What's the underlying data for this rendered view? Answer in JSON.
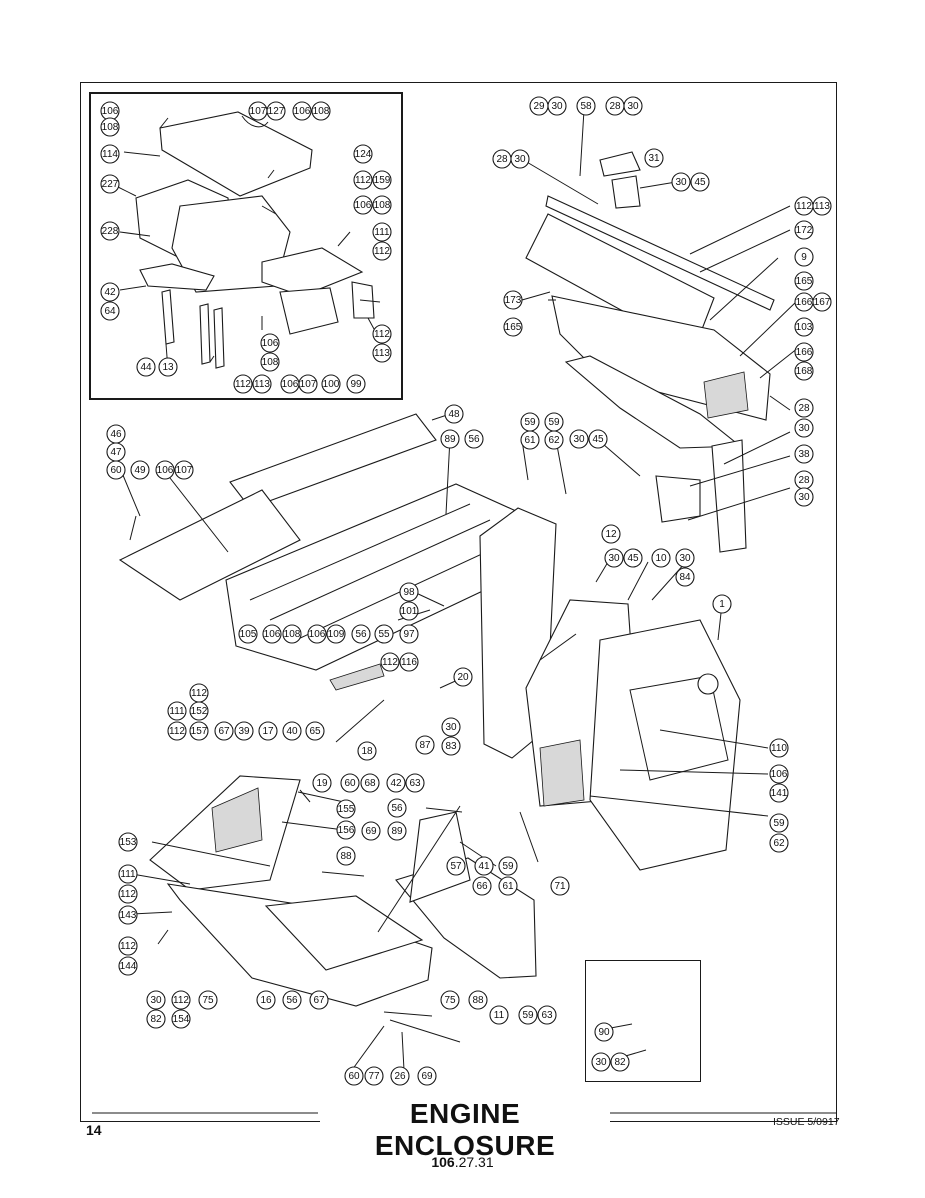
{
  "page": {
    "page_number": "14",
    "title": "ENGINE ENCLOSURE",
    "issue": "ISSUE 5/0917",
    "doc_number_bold": "106",
    "doc_number_rest": ".27.31"
  },
  "callouts": [
    {
      "id": "c1",
      "label": "106"
    },
    {
      "id": "c2",
      "label": "108"
    },
    {
      "id": "c3",
      "label": "107"
    },
    {
      "id": "c4",
      "label": "127"
    },
    {
      "id": "c5",
      "label": "106"
    },
    {
      "id": "c6",
      "label": "108"
    },
    {
      "id": "c7",
      "label": "114"
    },
    {
      "id": "c8",
      "label": "124"
    },
    {
      "id": "c9",
      "label": "227"
    },
    {
      "id": "c10",
      "label": "112"
    },
    {
      "id": "c11",
      "label": "159"
    },
    {
      "id": "c12",
      "label": "228"
    },
    {
      "id": "c13",
      "label": "106"
    },
    {
      "id": "c14",
      "label": "108"
    },
    {
      "id": "c15",
      "label": "111"
    },
    {
      "id": "c16",
      "label": "112"
    },
    {
      "id": "c17",
      "label": "42"
    },
    {
      "id": "c18",
      "label": "64"
    },
    {
      "id": "c19",
      "label": "112"
    },
    {
      "id": "c20",
      "label": "113"
    },
    {
      "id": "c21",
      "label": "106"
    },
    {
      "id": "c22",
      "label": "108"
    },
    {
      "id": "c23",
      "label": "44"
    },
    {
      "id": "c24",
      "label": "13"
    },
    {
      "id": "c25",
      "label": "112"
    },
    {
      "id": "c26",
      "label": "113"
    },
    {
      "id": "c27",
      "label": "106"
    },
    {
      "id": "c28",
      "label": "107"
    },
    {
      "id": "c29",
      "label": "100"
    },
    {
      "id": "c30",
      "label": "99"
    },
    {
      "id": "c31",
      "label": "29"
    },
    {
      "id": "c32",
      "label": "30"
    },
    {
      "id": "c33",
      "label": "58"
    },
    {
      "id": "c34",
      "label": "28"
    },
    {
      "id": "c35",
      "label": "30"
    },
    {
      "id": "c36",
      "label": "28"
    },
    {
      "id": "c37",
      "label": "30"
    },
    {
      "id": "c38",
      "label": "31"
    },
    {
      "id": "c39",
      "label": "30"
    },
    {
      "id": "c40",
      "label": "45"
    },
    {
      "id": "c41",
      "label": "112"
    },
    {
      "id": "c42",
      "label": "113"
    },
    {
      "id": "c43",
      "label": "172"
    },
    {
      "id": "c44",
      "label": "9"
    },
    {
      "id": "c45",
      "label": "173"
    },
    {
      "id": "c46",
      "label": "165"
    },
    {
      "id": "c47",
      "label": "165"
    },
    {
      "id": "c48",
      "label": "166"
    },
    {
      "id": "c49",
      "label": "167"
    },
    {
      "id": "c50",
      "label": "103"
    },
    {
      "id": "c51",
      "label": "166"
    },
    {
      "id": "c52",
      "label": "168"
    },
    {
      "id": "c53",
      "label": "28"
    },
    {
      "id": "c54",
      "label": "30"
    },
    {
      "id": "c55",
      "label": "38"
    },
    {
      "id": "c56",
      "label": "28"
    },
    {
      "id": "c57",
      "label": "30"
    },
    {
      "id": "c58",
      "label": "48"
    },
    {
      "id": "c59",
      "label": "46"
    },
    {
      "id": "c60",
      "label": "47"
    },
    {
      "id": "c61",
      "label": "60"
    },
    {
      "id": "c62",
      "label": "49"
    },
    {
      "id": "c63",
      "label": "106"
    },
    {
      "id": "c64",
      "label": "107"
    },
    {
      "id": "c65",
      "label": "89"
    },
    {
      "id": "c66",
      "label": "56"
    },
    {
      "id": "c67",
      "label": "59"
    },
    {
      "id": "c68",
      "label": "61"
    },
    {
      "id": "c69",
      "label": "59"
    },
    {
      "id": "c70",
      "label": "62"
    },
    {
      "id": "c71",
      "label": "30"
    },
    {
      "id": "c72",
      "label": "45"
    },
    {
      "id": "c73",
      "label": "12"
    },
    {
      "id": "c74",
      "label": "30"
    },
    {
      "id": "c75",
      "label": "45"
    },
    {
      "id": "c76",
      "label": "10"
    },
    {
      "id": "c77",
      "label": "30"
    },
    {
      "id": "c78",
      "label": "84"
    },
    {
      "id": "c79",
      "label": "1"
    },
    {
      "id": "c80",
      "label": "98"
    },
    {
      "id": "c81",
      "label": "101"
    },
    {
      "id": "c82",
      "label": "105"
    },
    {
      "id": "c83",
      "label": "106"
    },
    {
      "id": "c84",
      "label": "108"
    },
    {
      "id": "c85",
      "label": "106"
    },
    {
      "id": "c86",
      "label": "109"
    },
    {
      "id": "c87",
      "label": "56"
    },
    {
      "id": "c88",
      "label": "55"
    },
    {
      "id": "c89",
      "label": "97"
    },
    {
      "id": "c90",
      "label": "112"
    },
    {
      "id": "c91",
      "label": "116"
    },
    {
      "id": "c92",
      "label": "20"
    },
    {
      "id": "c93",
      "label": "112"
    },
    {
      "id": "c94",
      "label": "111"
    },
    {
      "id": "c95",
      "label": "152"
    },
    {
      "id": "c96",
      "label": "112"
    },
    {
      "id": "c97",
      "label": "157"
    },
    {
      "id": "c98",
      "label": "67"
    },
    {
      "id": "c99",
      "label": "39"
    },
    {
      "id": "c100",
      "label": "17"
    },
    {
      "id": "c101",
      "label": "40"
    },
    {
      "id": "c102",
      "label": "65"
    },
    {
      "id": "c103",
      "label": "18"
    },
    {
      "id": "c104",
      "label": "87"
    },
    {
      "id": "c105",
      "label": "30"
    },
    {
      "id": "c106",
      "label": "83"
    },
    {
      "id": "c107",
      "label": "110"
    },
    {
      "id": "c108",
      "label": "19"
    },
    {
      "id": "c109",
      "label": "60"
    },
    {
      "id": "c110",
      "label": "68"
    },
    {
      "id": "c111",
      "label": "42"
    },
    {
      "id": "c112",
      "label": "63"
    },
    {
      "id": "c113",
      "label": "106"
    },
    {
      "id": "c114",
      "label": "141"
    },
    {
      "id": "c115",
      "label": "155"
    },
    {
      "id": "c116",
      "label": "56"
    },
    {
      "id": "c117",
      "label": "156"
    },
    {
      "id": "c118",
      "label": "69"
    },
    {
      "id": "c119",
      "label": "89"
    },
    {
      "id": "c120",
      "label": "59"
    },
    {
      "id": "c121",
      "label": "62"
    },
    {
      "id": "c122",
      "label": "153"
    },
    {
      "id": "c123",
      "label": "88"
    },
    {
      "id": "c124",
      "label": "57"
    },
    {
      "id": "c125",
      "label": "41"
    },
    {
      "id": "c126",
      "label": "59"
    },
    {
      "id": "c127",
      "label": "111"
    },
    {
      "id": "c128",
      "label": "112"
    },
    {
      "id": "c129",
      "label": "66"
    },
    {
      "id": "c130",
      "label": "61"
    },
    {
      "id": "c131",
      "label": "71"
    },
    {
      "id": "c132",
      "label": "143"
    },
    {
      "id": "c133",
      "label": "112"
    },
    {
      "id": "c134",
      "label": "144"
    },
    {
      "id": "c135",
      "label": "30"
    },
    {
      "id": "c136",
      "label": "82"
    },
    {
      "id": "c137",
      "label": "112"
    },
    {
      "id": "c138",
      "label": "154"
    },
    {
      "id": "c139",
      "label": "75"
    },
    {
      "id": "c140",
      "label": "16"
    },
    {
      "id": "c141",
      "label": "56"
    },
    {
      "id": "c142",
      "label": "67"
    },
    {
      "id": "c143",
      "label": "75"
    },
    {
      "id": "c144",
      "label": "88"
    },
    {
      "id": "c145",
      "label": "11"
    },
    {
      "id": "c146",
      "label": "59"
    },
    {
      "id": "c147",
      "label": "63"
    },
    {
      "id": "c148",
      "label": "90"
    },
    {
      "id": "c149",
      "label": "30"
    },
    {
      "id": "c150",
      "label": "82"
    },
    {
      "id": "c151",
      "label": "60"
    },
    {
      "id": "c152",
      "label": "77"
    },
    {
      "id": "c153",
      "label": "26"
    },
    {
      "id": "c154",
      "label": "69"
    }
  ]
}
